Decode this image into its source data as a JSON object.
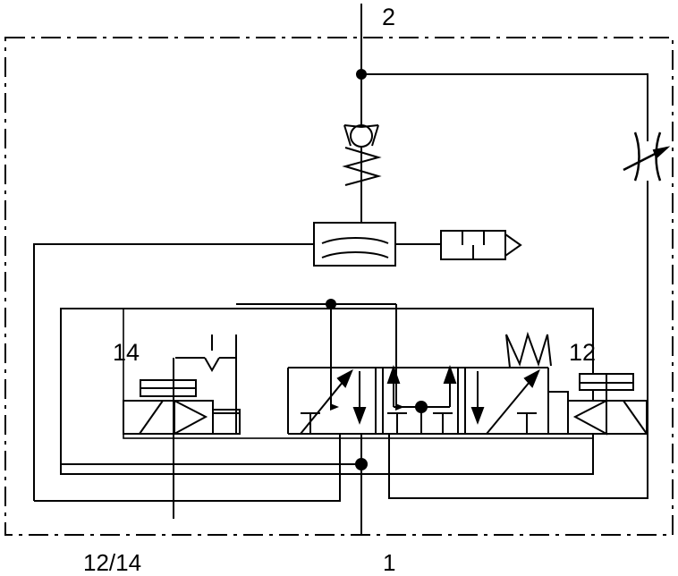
{
  "diagram": {
    "title": "Pneumatic valve circuit diagram",
    "type": "pneumatic-circuit-schematic",
    "line_color": "#000000",
    "background_color": "#ffffff",
    "labels": {
      "port_2": "2",
      "port_1": "1",
      "pilot_12_14": "12/14",
      "solenoid_left": "14",
      "solenoid_right": "12"
    },
    "components": [
      {
        "name": "directional-control-valve",
        "kind": "5/3-way valve, 3 positions",
        "solenoid_left_label": "14",
        "solenoid_right_label": "12"
      },
      {
        "name": "quick-exhaust-valve",
        "kind": "shuttle / quick-exhaust"
      },
      {
        "name": "silencer",
        "kind": "muffler"
      },
      {
        "name": "check-valve-spring",
        "kind": "spring loaded non-return valve"
      },
      {
        "name": "adjustable-throttle",
        "kind": "variable restrictor"
      }
    ],
    "enclosure": {
      "kind": "dash-dot boundary (assembly envelope)"
    }
  }
}
